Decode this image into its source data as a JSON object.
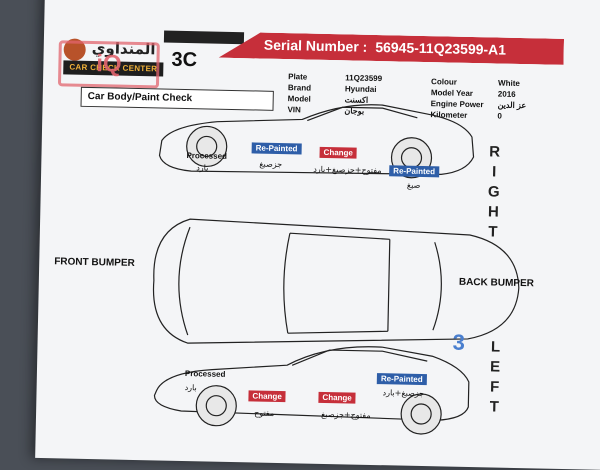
{
  "logo": {
    "arabic": "المنداوي",
    "sub": "CAR CHECK CENTER"
  },
  "watermark": "iQ",
  "code": "3C",
  "serial": {
    "label": "Serial Number :",
    "value": "56945-11Q23599-A1"
  },
  "section_title": "Car Body/Paint Check",
  "vehicle_left": [
    {
      "key": "Plate",
      "value": "11Q23599"
    },
    {
      "key": "Brand",
      "value": "Hyundai"
    },
    {
      "key": "Model",
      "value": "اكسنت"
    },
    {
      "key": "VIN",
      "value": "بوجان"
    }
  ],
  "vehicle_right": [
    {
      "key": "Colour",
      "value": "White"
    },
    {
      "key": "Model Year",
      "value": "2016"
    },
    {
      "key": "Engine Power",
      "value": "عز الدين"
    },
    {
      "key": "Kilometer",
      "value": "0"
    }
  ],
  "sides": {
    "right": [
      "R",
      "I",
      "G",
      "H",
      "T"
    ],
    "left": [
      "L",
      "E",
      "F",
      "T"
    ]
  },
  "labels": {
    "front_bumper": "FRONT BUMPER",
    "back_bumper": "BACK BUMPER",
    "processed": "Processed",
    "repainted": "Re-Painted",
    "change": "Change",
    "page_number": "3"
  },
  "notes": {
    "top_processed_ar": "بارد",
    "top_repainted_ar": "جزصبغ",
    "top_change_ar": "مفتوح+جزصبغ+بارد",
    "top_rear_ar": "صبغ",
    "bot_processed_ar": "بارد",
    "bot_change1_ar": "مفتوح",
    "bot_change2_ar": "مفتوح+جزصبغ",
    "bot_repainted_ar": "جزصبغ+بارد"
  },
  "colors": {
    "accent_red": "#c62f3a",
    "tag_blue": "#2e5ea8",
    "number_blue": "#4a7fcf"
  }
}
